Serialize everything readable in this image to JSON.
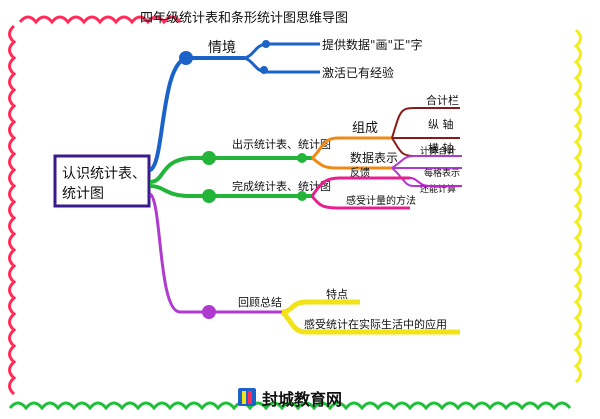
{
  "title": "四年级统计表和条形统计图思维导图",
  "central": {
    "line1": "认识统计表、",
    "line2": "统计图"
  },
  "branches": {
    "situation": {
      "label": "情境",
      "children": [
        "提供数据\"画\"正\"字",
        "激活已有经验"
      ]
    },
    "read_chart": {
      "label": "出示统计表、统计图",
      "parts_label": "组成",
      "parts": [
        "合计栏",
        "纵 轴",
        "横 轴"
      ],
      "data_label": "数据表示",
      "data_items": [
        "计算合计",
        "每格表示",
        "还能计算"
      ]
    },
    "complete_chart": {
      "label": "完成统计表、统计图",
      "feedback_label": "反馈",
      "feel_label": "感受计量的方法"
    },
    "review": {
      "label": "回顾总结",
      "children": [
        "特点",
        "感受统计在实际生活中的应用"
      ]
    }
  },
  "watermark": "封城教育网",
  "colors": {
    "border_red": "#ff2a55",
    "border_yellow": "#f2ec1a",
    "border_green": "#1fbf3a",
    "blue": "#1b63c9",
    "green": "#22b53a",
    "orange": "#f08a17",
    "pink": "#e81f8f",
    "magenta": "#c41fd0",
    "purple": "#b03ad0",
    "yellow": "#f2e218",
    "darkred": "#8a1a1a",
    "central_border": "#3a1b8c"
  }
}
